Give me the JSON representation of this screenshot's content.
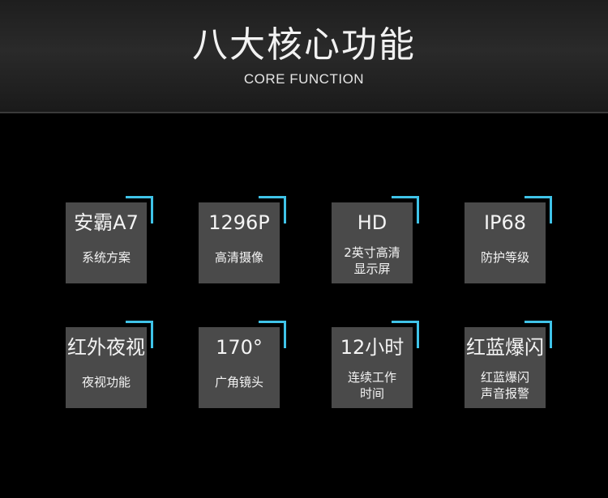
{
  "header": {
    "title": "八大核心功能",
    "subtitle": "CORE FUNCTION"
  },
  "accent_color": "#3fc3e8",
  "card_color": "#4a4a4a",
  "cards": [
    {
      "big": "安霸A7",
      "small": [
        "系统方案"
      ]
    },
    {
      "big": "1296P",
      "small": [
        "高清摄像"
      ]
    },
    {
      "big": "HD",
      "small": [
        "2英寸高清",
        "显示屏"
      ]
    },
    {
      "big": "IP68",
      "small": [
        "防护等级"
      ]
    },
    {
      "big": "红外夜视",
      "small": [
        "夜视功能"
      ]
    },
    {
      "big": "170°",
      "small": [
        "广角镜头"
      ]
    },
    {
      "big": "12小时",
      "small": [
        "连续工作",
        "时间"
      ]
    },
    {
      "big": "红蓝爆闪",
      "small": [
        "红蓝爆闪",
        "声音报警"
      ]
    }
  ]
}
